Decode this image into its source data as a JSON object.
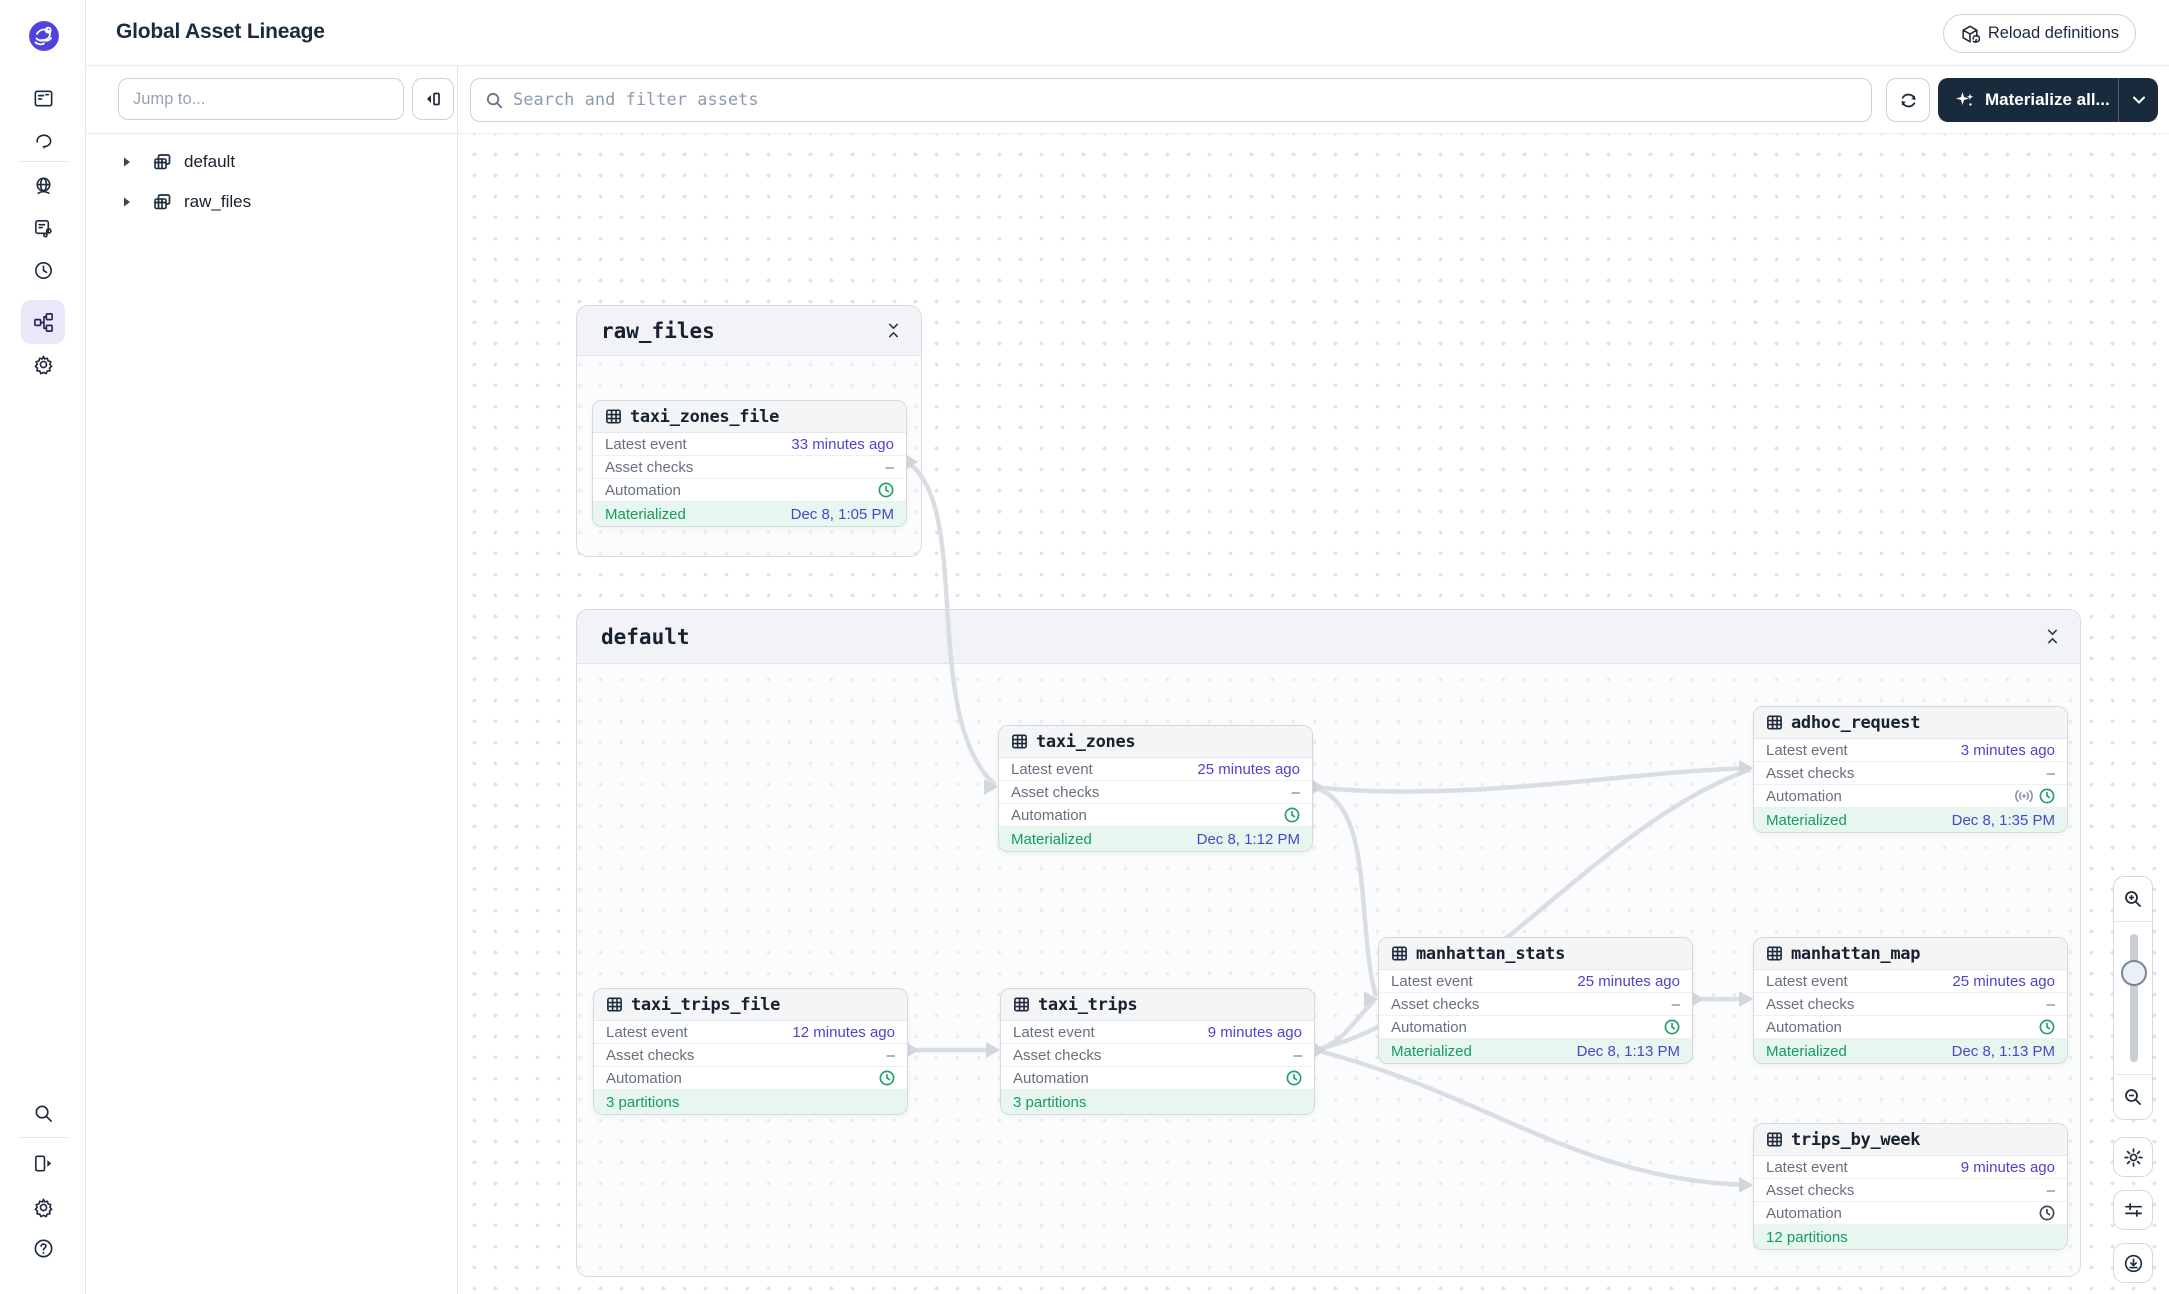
{
  "header": {
    "title": "Global Asset Lineage",
    "reload_label": "Reload definitions"
  },
  "nav_rail": {
    "top": [
      "overview-icon",
      "runs-icon",
      "deployment-icon",
      "jobs-icon",
      "schedules-icon",
      "asset-graph-icon",
      "settings-icon"
    ],
    "active": "asset-graph-icon",
    "bottom": [
      "search-icon",
      "expand-panel-icon",
      "preferences-icon",
      "help-icon"
    ]
  },
  "sidebar": {
    "jump_placeholder": "Jump to...",
    "tree": [
      {
        "label": "default"
      },
      {
        "label": "raw_files"
      }
    ]
  },
  "toolbar": {
    "search_placeholder": "Search and filter assets",
    "materialize_label": "Materialize all...",
    "refresh_icon": "refresh-icon",
    "materialize_icon": "sparkle-icon"
  },
  "labels": {
    "latest_event": "Latest event",
    "asset_checks": "Asset checks",
    "automation": "Automation"
  },
  "groups": [
    {
      "id": "raw_files",
      "title": "raw_files"
    },
    {
      "id": "default",
      "title": "default"
    }
  ],
  "nodes": [
    {
      "id": "taxi_zones_file",
      "group": "raw_files",
      "name": "taxi_zones_file",
      "latest_event": "33 minutes ago",
      "asset_checks": "–",
      "automation_icons": [
        "clock-green-icon"
      ],
      "footer_label": "Materialized",
      "footer_value": "Dec 8, 1:05 PM"
    },
    {
      "id": "taxi_zones",
      "group": "default",
      "name": "taxi_zones",
      "latest_event": "25 minutes ago",
      "asset_checks": "–",
      "automation_icons": [
        "clock-green-icon"
      ],
      "footer_label": "Materialized",
      "footer_value": "Dec 8, 1:12 PM"
    },
    {
      "id": "adhoc_request",
      "group": "default",
      "name": "adhoc_request",
      "latest_event": "3 minutes ago",
      "asset_checks": "–",
      "automation_icons": [
        "sensor-icon",
        "clock-green-icon"
      ],
      "footer_label": "Materialized",
      "footer_value": "Dec 8, 1:35 PM"
    },
    {
      "id": "manhattan_stats",
      "group": "default",
      "name": "manhattan_stats",
      "latest_event": "25 minutes ago",
      "asset_checks": "–",
      "automation_icons": [
        "clock-green-icon"
      ],
      "footer_label": "Materialized",
      "footer_value": "Dec 8, 1:13 PM"
    },
    {
      "id": "manhattan_map",
      "group": "default",
      "name": "manhattan_map",
      "latest_event": "25 minutes ago",
      "asset_checks": "–",
      "automation_icons": [
        "clock-green-icon"
      ],
      "footer_label": "Materialized",
      "footer_value": "Dec 8, 1:13 PM"
    },
    {
      "id": "taxi_trips_file",
      "group": "default",
      "name": "taxi_trips_file",
      "latest_event": "12 minutes ago",
      "asset_checks": "–",
      "automation_icons": [
        "clock-green-icon"
      ],
      "footer_label": "3 partitions",
      "footer_value": ""
    },
    {
      "id": "taxi_trips",
      "group": "default",
      "name": "taxi_trips",
      "latest_event": "9 minutes ago",
      "asset_checks": "–",
      "automation_icons": [
        "clock-green-icon"
      ],
      "footer_label": "3 partitions",
      "footer_value": ""
    },
    {
      "id": "trips_by_week",
      "group": "default",
      "name": "trips_by_week",
      "latest_event": "9 minutes ago",
      "asset_checks": "–",
      "automation_icons": [
        "clock-dark-icon"
      ],
      "footer_label": "12 partitions",
      "footer_value": ""
    }
  ],
  "edges": [
    {
      "from": "taxi_zones_file",
      "to": "taxi_zones"
    },
    {
      "from": "taxi_zones",
      "to": "adhoc_request"
    },
    {
      "from": "taxi_zones",
      "to": "manhattan_stats"
    },
    {
      "from": "taxi_trips",
      "to": "adhoc_request"
    },
    {
      "from": "taxi_trips_file",
      "to": "taxi_trips"
    },
    {
      "from": "taxi_trips",
      "to": "manhattan_stats"
    },
    {
      "from": "taxi_trips",
      "to": "trips_by_week"
    },
    {
      "from": "manhattan_stats",
      "to": "manhattan_map"
    }
  ],
  "zoom_controls": [
    "zoom-in-icon",
    "zoom-out-icon",
    "settings-gear-icon",
    "filters-icon",
    "download-icon"
  ],
  "colors": {
    "accent": "#4F43DD",
    "link": "#4C45C8",
    "green": "#169A62",
    "green_bg": "#E7F6EE",
    "navy": "#1A2A3D"
  }
}
